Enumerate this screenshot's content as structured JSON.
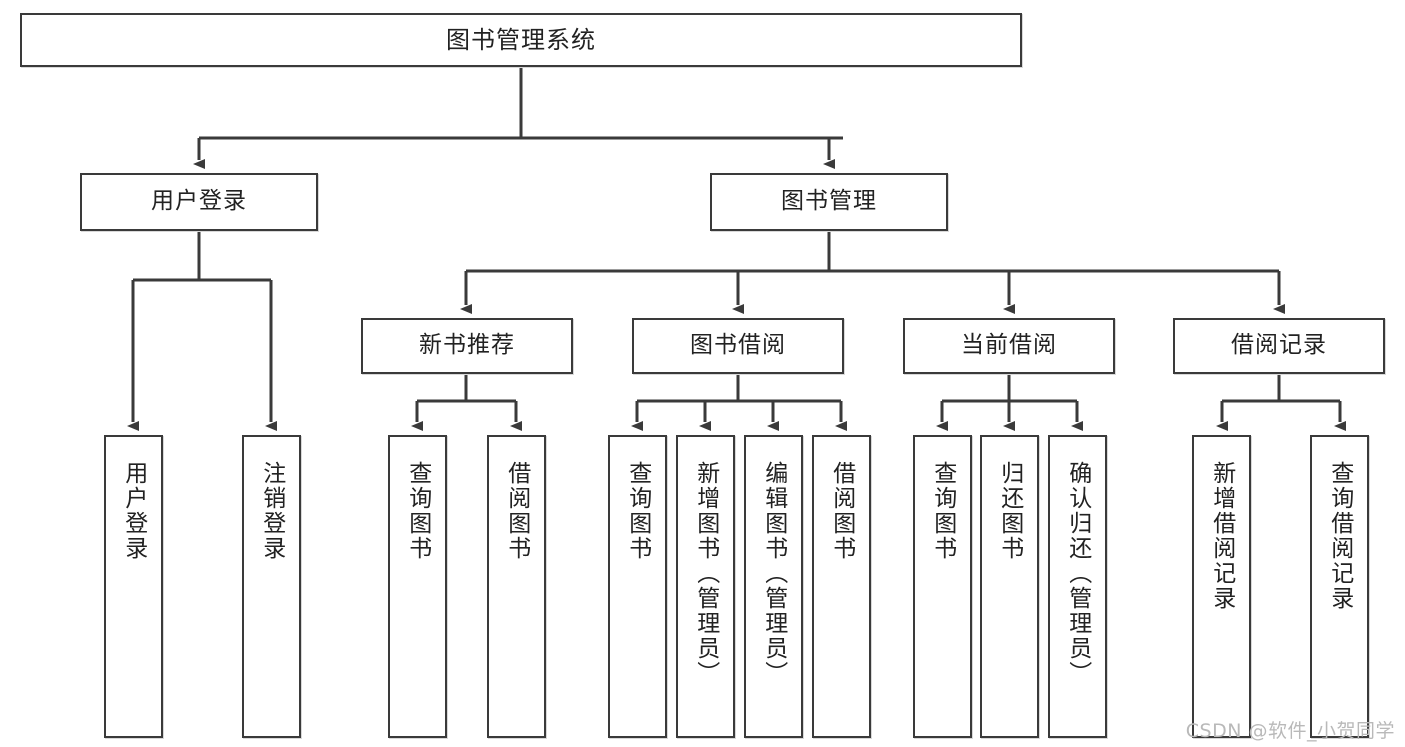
{
  "diagram": {
    "title": "图书管理系统",
    "type": "tree-hierarchy",
    "root": {
      "label": "图书管理系统"
    },
    "level1": [
      {
        "label": "用户登录"
      },
      {
        "label": "图书管理"
      }
    ],
    "level2": [
      {
        "label": "新书推荐"
      },
      {
        "label": "图书借阅"
      },
      {
        "label": "当前借阅"
      },
      {
        "label": "借阅记录"
      }
    ],
    "leaves": {
      "user_login": [
        {
          "label": "用户登录"
        },
        {
          "label": "注销登录"
        }
      ],
      "new_book_recommend": [
        {
          "label": "查询图书"
        },
        {
          "label": "借阅图书"
        }
      ],
      "book_borrow": [
        {
          "label": "查询图书"
        },
        {
          "label": "新增图书（管理员）"
        },
        {
          "label": "编辑图书（管理员）"
        },
        {
          "label": "借阅图书"
        }
      ],
      "current_borrow": [
        {
          "label": "查询图书"
        },
        {
          "label": "归还图书"
        },
        {
          "label": "确认归还（管理员）"
        }
      ],
      "borrow_record": [
        {
          "label": "新增借阅记录"
        },
        {
          "label": "查询借阅记录"
        }
      ]
    }
  },
  "watermark": {
    "text": "CSDN @软件_小贺同学"
  },
  "colors": {
    "stroke": "#3a3a3a",
    "text": "#222222",
    "background": "#ffffff",
    "watermark": "#b9b9b9"
  }
}
